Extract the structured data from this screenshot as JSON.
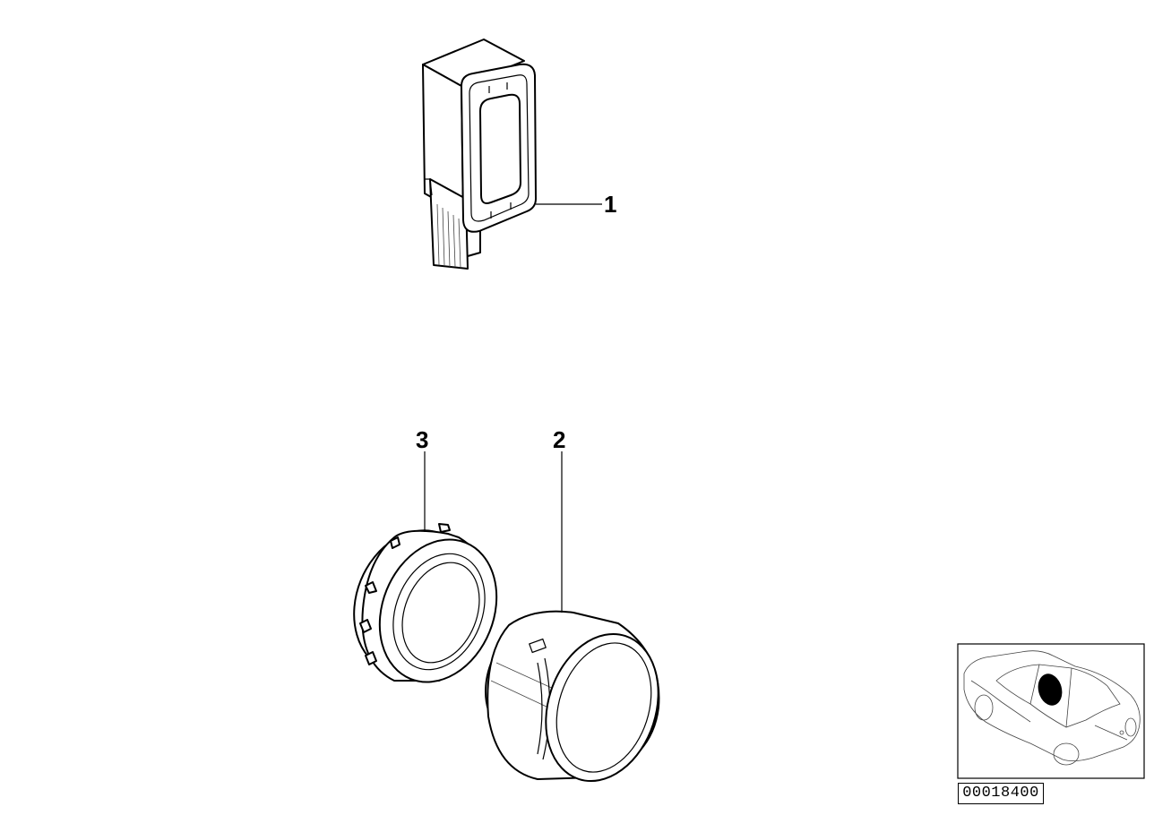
{
  "callouts": [
    {
      "id": "1",
      "label": "1"
    },
    {
      "id": "2",
      "label": "2"
    },
    {
      "id": "3",
      "label": "3"
    }
  ],
  "reference_number": "00018400",
  "colors": {
    "line": "#000000",
    "background": "#ffffff",
    "highlight": "#000000"
  }
}
